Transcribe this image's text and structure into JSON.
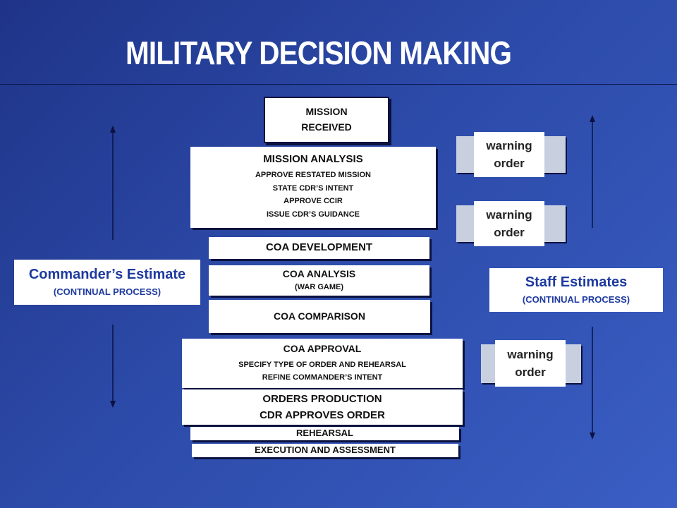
{
  "title": "MILITARY DECISION MAKING",
  "mission_received": {
    "line1": "MISSION",
    "line2": "RECEIVED"
  },
  "mission_analysis": {
    "heading": "MISSION  ANALYSIS",
    "items": [
      "APPROVE RESTATED MISSION",
      "STATE CDR’S INTENT",
      "APPROVE CCIR",
      "ISSUE CDR’S GUIDANCE"
    ]
  },
  "coa_development": "COA  DEVELOPMENT",
  "coa_analysis": {
    "heading": "COA ANALYSIS",
    "sub": "(WAR GAME)"
  },
  "coa_comparison": "COA COMPARISON",
  "coa_approval": {
    "heading": "COA APPROVAL",
    "items": [
      "SPECIFY TYPE OF ORDER AND REHEARSAL",
      "REFINE COMMANDER’S INTENT"
    ]
  },
  "orders_production": {
    "line1": "ORDERS PRODUCTION",
    "line2": "CDR APPROVES ORDER"
  },
  "rehearsal": "REHEARSAL",
  "execution": "EXECUTION AND ASSESSMENT",
  "warning_orders": [
    {
      "line1": "warning",
      "line2": "order"
    },
    {
      "line1": "warning",
      "line2": "order"
    },
    {
      "line1": "warning",
      "line2": "order"
    }
  ],
  "commanders_estimate": {
    "title": "Commander’s Estimate",
    "sub": "(CONTINUAL PROCESS)"
  },
  "staff_estimates": {
    "title": "Staff Estimates",
    "sub": "(CONTINUAL PROCESS)"
  },
  "colors": {
    "background": "#2c4aa8",
    "estimate_text": "#1e3aa0",
    "box": "#ffffff"
  }
}
